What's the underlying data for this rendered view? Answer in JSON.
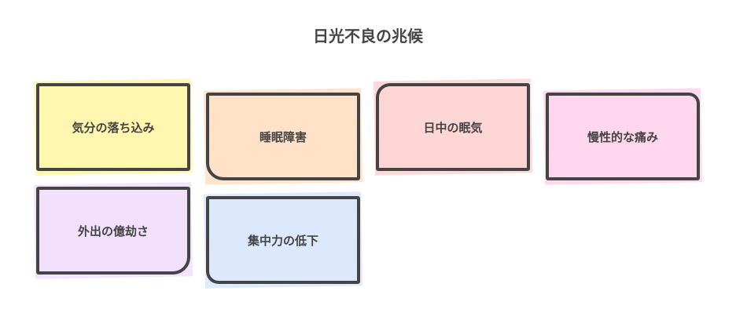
{
  "title": "日光不良の兆候",
  "notes": [
    {
      "label": "気分の落ち込み",
      "color": "#fff6b0"
    },
    {
      "label": "睡眠障害",
      "color": "#ffe2c8"
    },
    {
      "label": "日中の眠気",
      "color": "#ffd6d6"
    },
    {
      "label": "慢性的な痛み",
      "color": "#fed6ee"
    },
    {
      "label": "外出の億劫さ",
      "color": "#f2e0fc"
    },
    {
      "label": "集中力の低下",
      "color": "#dce8fc"
    }
  ]
}
